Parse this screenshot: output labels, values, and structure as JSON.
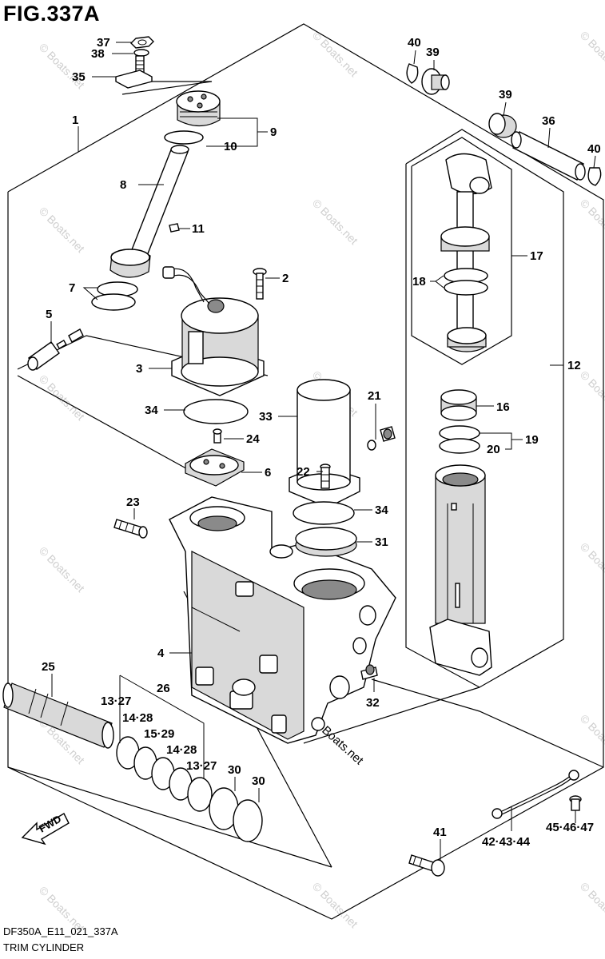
{
  "figure": {
    "title": "FIG.337A",
    "code": "DF350A_E11_021_337A",
    "name": "TRIM CYLINDER",
    "fwd_label": "FWD",
    "watermark": "© Boats.net",
    "watermark_center": "Boats.net"
  },
  "callouts": [
    "37",
    "38",
    "35",
    "1",
    "9",
    "10",
    "8",
    "11",
    "2",
    "7",
    "5",
    "3",
    "34",
    "24",
    "6",
    "23",
    "4",
    "25",
    "13·27",
    "26",
    "14·28",
    "15·29",
    "14·28",
    "13·27",
    "30",
    "30",
    "40",
    "39",
    "39",
    "36",
    "40",
    "17",
    "18",
    "12",
    "16",
    "19",
    "20",
    "21",
    "33",
    "22",
    "34",
    "31",
    "32",
    "41",
    "42·43·44",
    "45·46·47"
  ]
}
